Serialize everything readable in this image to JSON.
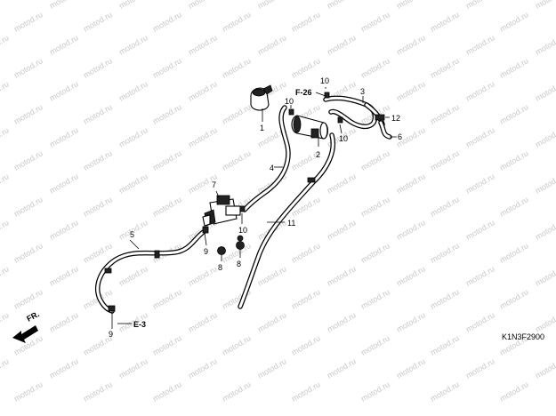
{
  "diagram": {
    "code": "K1N3F2900",
    "direction_label": "FR.",
    "references": [
      "F-26",
      "E-3"
    ],
    "watermark": "motod.ru",
    "callouts": [
      "1",
      "2",
      "3",
      "4",
      "5",
      "6",
      "7",
      "8",
      "8",
      "9",
      "9",
      "10",
      "10",
      "10",
      "10",
      "11",
      "12"
    ]
  }
}
